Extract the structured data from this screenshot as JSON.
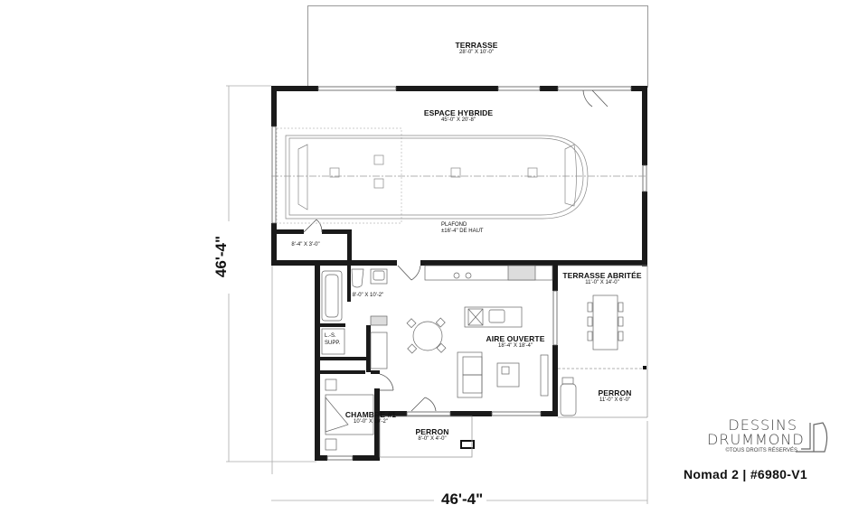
{
  "plan": {
    "model_label": "Nomad 2 | #6980-V1",
    "brand": {
      "line1": "DESSINS",
      "line2": "DRUMMOND",
      "copyright": "©TOUS DROITS RÉSERVÉS"
    },
    "dimensions": {
      "vertical": "46'-4\"",
      "horizontal": "46'-4\""
    },
    "rooms": [
      {
        "name": "TERRASSE",
        "size": "28'-0\" X 10'-0\""
      },
      {
        "name": "ESPACE HYBRIDE",
        "size": "45'-0\" X 20'-8\""
      },
      {
        "name": "",
        "size": "8'-4\" X 3'-0\""
      },
      {
        "name": "TERRASSE ABRITÉE",
        "size": "11'-0\" X 14'-0\""
      },
      {
        "name": "AIRE OUVERTE",
        "size": "18'-4\" X 18'-4\""
      },
      {
        "name": "",
        "size": "8'-0\" X 10'-2\""
      },
      {
        "name": "CHAMBRE #1",
        "size": "10'-0\" X 10'-2\""
      },
      {
        "name": "PERRON",
        "size": "8'-0\" X 4'-0\""
      },
      {
        "name": "PERRON",
        "size": "11'-0\" X 6'-0\""
      }
    ],
    "notes": {
      "ceiling_line1": "PLAFOND",
      "ceiling_line2": "±16'-4\" DE HAUT",
      "storage": "L.-S.\nSUPP."
    }
  }
}
